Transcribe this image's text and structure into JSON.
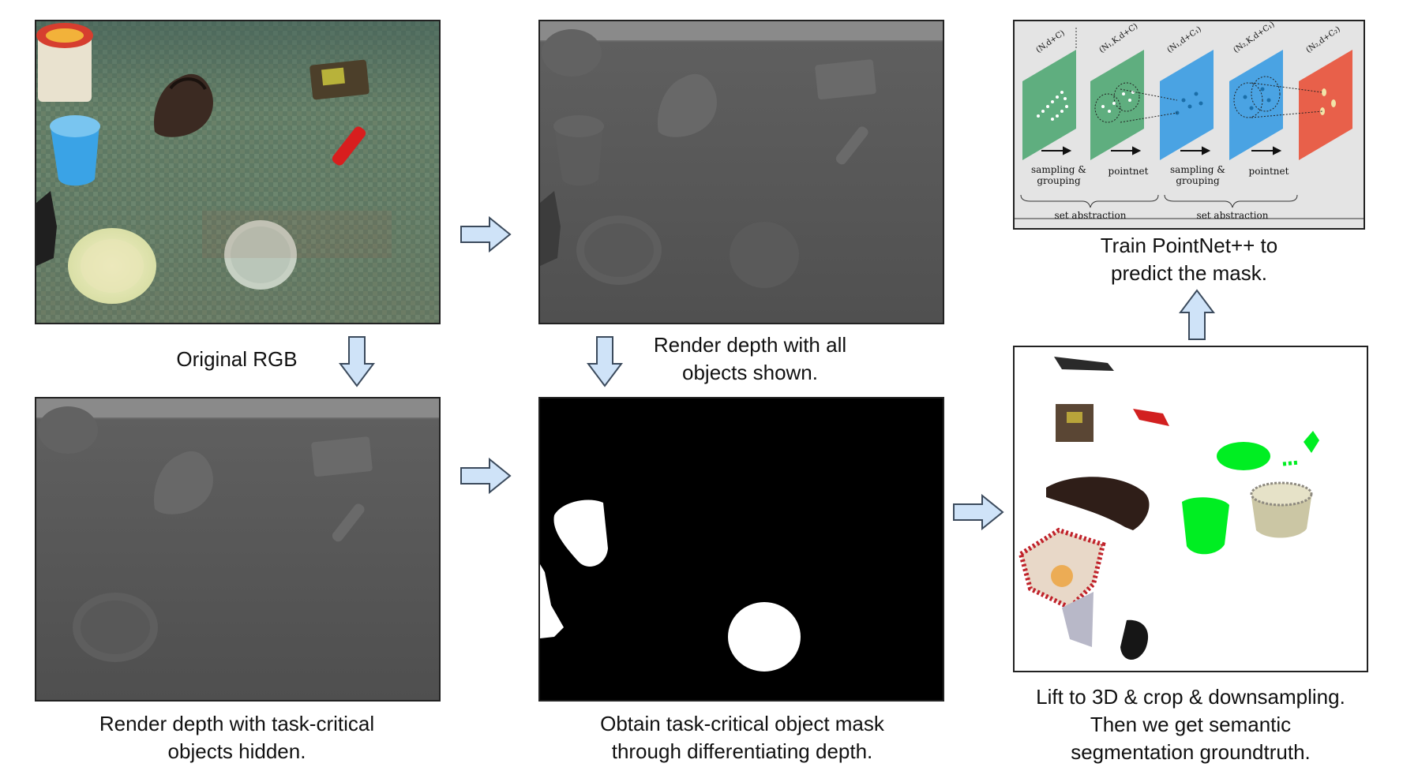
{
  "captions": {
    "original_rgb": "Original RGB",
    "depth_all_line1": "Render depth with all",
    "depth_all_line2": "objects shown.",
    "depth_hidden_line1": "Render depth with task-critical",
    "depth_hidden_line2": "objects hidden.",
    "mask_line1": "Obtain task-critical object mask",
    "mask_line2": "through differentiating depth.",
    "lift_line1": "Lift to 3D & crop & downsampling.",
    "lift_line2": "Then we get semantic",
    "lift_line3": "segmentation groundtruth.",
    "train_line1": "Train PointNet++ to",
    "train_line2": "predict the mask."
  },
  "pointnet": {
    "dims": [
      "(N,d+C)",
      "(N₁,K,d+C)",
      "(N₁,d+C₁)",
      "(N₂,K,d+C₁)",
      "(N₂,d+C₂)"
    ],
    "step_labels": {
      "sg1_a": "sampling &",
      "sg1_b": "grouping",
      "pn1": "pointnet",
      "sg2_a": "sampling &",
      "sg2_b": "grouping",
      "pn2": "pointnet"
    },
    "set_abstraction_1": "set abstraction",
    "set_abstraction_2": "set abstraction"
  },
  "colors": {
    "arrow_fill": "#cfe3f8",
    "arrow_stroke": "#3b4a5c",
    "mask_green": "#00ee22",
    "pn_green": "#5fae7f",
    "pn_blue": "#4aa3e3",
    "pn_red": "#e8604a"
  }
}
